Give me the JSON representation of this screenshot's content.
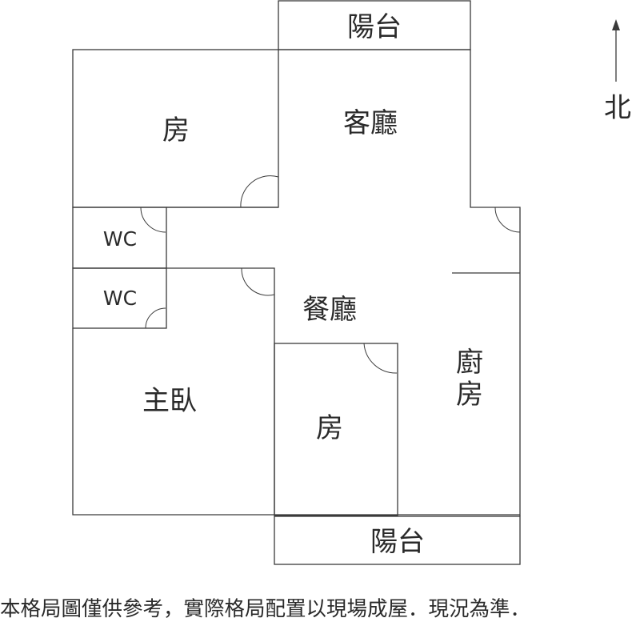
{
  "labels": {
    "balcony_top": "陽台",
    "living_room": "客廳",
    "bedroom_nw": "房",
    "wc_upper": "WC",
    "wc_lower": "WC",
    "dining_room": "餐廳",
    "master_bedroom": "主臥",
    "bedroom_center": "房",
    "kitchen": "廚\n房",
    "balcony_bottom": "陽台",
    "north": "北"
  },
  "disclaimer": "本格局圖僅供參考，實際格局配置以現場成屋．現況為準．",
  "colors": {
    "line": "#3a3a3a",
    "text": "#2a2a2a",
    "background": "#ffffff"
  }
}
